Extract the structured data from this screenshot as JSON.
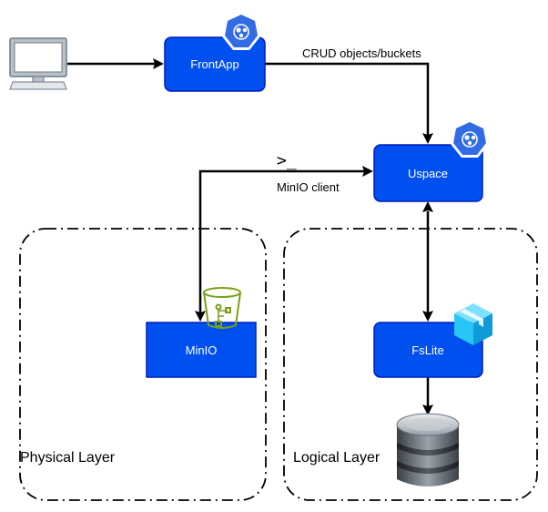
{
  "colors": {
    "node_fill": "#0050EF",
    "node_stroke": "#001DBC",
    "k8s_icon": "#326CE5",
    "bucket_icon": "#7AA116",
    "box_icon": "#29C5F6"
  },
  "nodes": {
    "frontapp": {
      "label": "FrontApp",
      "icon": "kubernetes-icon"
    },
    "uspace": {
      "label": "Uspace",
      "icon": "kubernetes-icon"
    },
    "minio": {
      "label": "MinIO",
      "icon": "s3-bucket-icon"
    },
    "fslite": {
      "label": "FsLite",
      "icon": "package-box-icon"
    }
  },
  "edges": {
    "frontapp_to_uspace": {
      "label": "CRUD objects/buckets"
    },
    "minio_client": {
      "label": "MinIO client",
      "icon_text": ">_"
    }
  },
  "layers": {
    "physical": {
      "label": "Physical Layer"
    },
    "logical": {
      "label": "Logical Layer"
    }
  },
  "icons": {
    "client": "desktop-monitor-icon",
    "storage": "database-disk-icon"
  }
}
